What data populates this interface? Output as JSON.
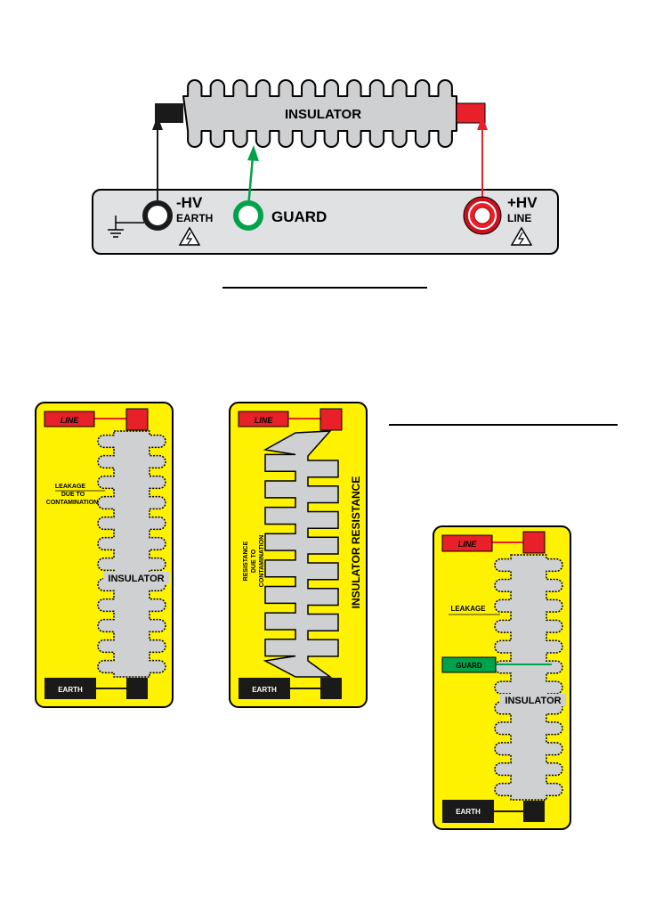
{
  "colors": {
    "insulator_fill": "#cfd0d2",
    "panel_fill": "#e0e1e3",
    "card_fill": "#fff200",
    "line_red": "#e8202a",
    "guard_green": "#00a24b",
    "earth_black": "#1a1a1a"
  },
  "top_diagram": {
    "insulator_label": "INSULATOR",
    "neg_hv": "-HV",
    "earth": "EARTH",
    "guard": "GUARD",
    "pos_hv": "+HV",
    "line": "LINE",
    "ground_icon": "ground-icon",
    "warning_icon": "high-voltage-warning-icon"
  },
  "card_a": {
    "line_label": "LINE",
    "earth_label": "EARTH",
    "leakage_line1": "LEAKAGE",
    "leakage_line2": "DUE TO",
    "leakage_line3": "CONTAMINATION",
    "insulator_label": "INSULATOR"
  },
  "card_b": {
    "line_label": "LINE",
    "earth_label": "EARTH",
    "resistance_line1": "RESISTANCE",
    "resistance_line2": "DUE TO",
    "resistance_line3": "CONTAMINATION",
    "insulator_resistance": "INSULATOR RESISTANCE"
  },
  "card_c": {
    "line_label": "LINE",
    "leakage_label": "LEAKAGE",
    "guard_label": "GUARD",
    "insulator_label": "INSULATOR",
    "earth_label": "EARTH"
  }
}
